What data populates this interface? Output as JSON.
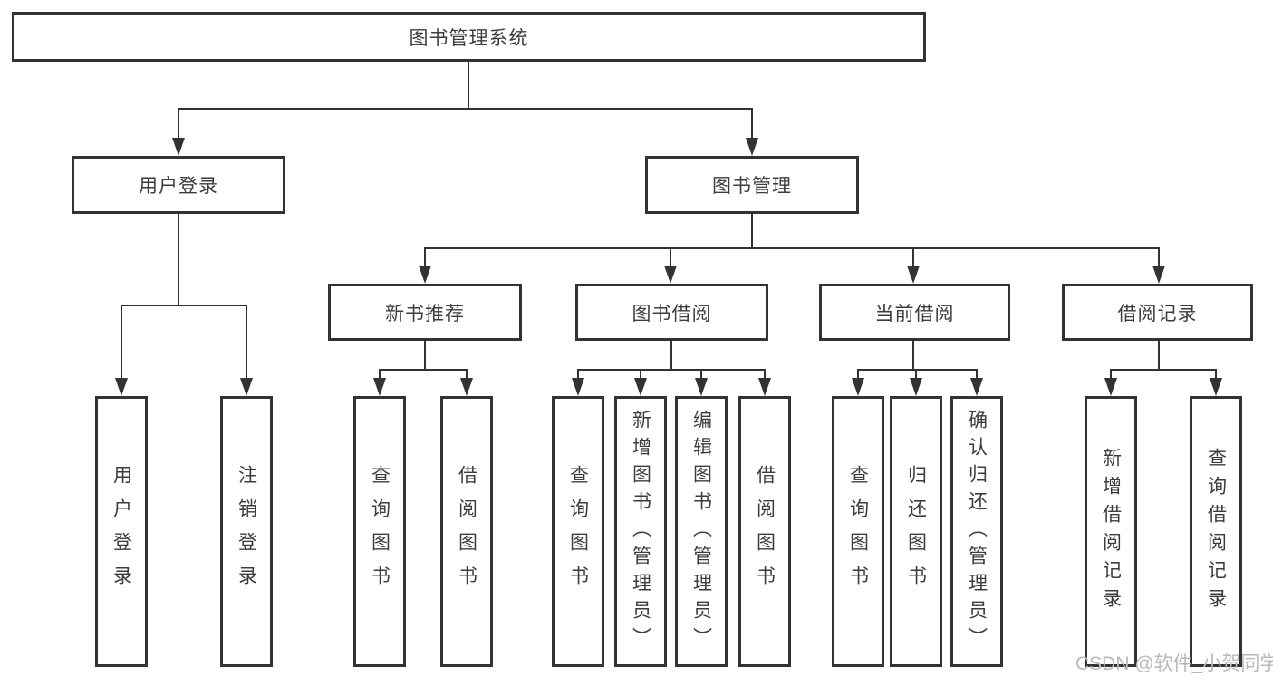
{
  "diagram_title": "图书管理系统",
  "tree": {
    "label": "图书管理系统",
    "children": [
      {
        "label": "用户登录",
        "children": [
          {
            "label": "用户登录"
          },
          {
            "label": "注销登录"
          }
        ]
      },
      {
        "label": "图书管理",
        "children": [
          {
            "label": "新书推荐",
            "children": [
              {
                "label": "查询图书"
              },
              {
                "label": "借阅图书"
              }
            ]
          },
          {
            "label": "图书借阅",
            "children": [
              {
                "label": "查询图书"
              },
              {
                "label": "新增图书（管理员）"
              },
              {
                "label": "编辑图书（管理员）"
              },
              {
                "label": "借阅图书"
              }
            ]
          },
          {
            "label": "当前借阅",
            "children": [
              {
                "label": "查询图书"
              },
              {
                "label": "归还图书"
              },
              {
                "label": "确认归还（管理员）"
              }
            ]
          },
          {
            "label": "借阅记录",
            "children": [
              {
                "label": "新增借阅记录"
              },
              {
                "label": "查询借阅记录"
              }
            ]
          }
        ]
      }
    ]
  },
  "watermark": "CSDN @软件_小贺同学",
  "colors": {
    "line": "#333333",
    "box_border": "#333333",
    "text": "#3d3d3d",
    "background": "#ffffff",
    "watermark": "#b9b9b9"
  }
}
